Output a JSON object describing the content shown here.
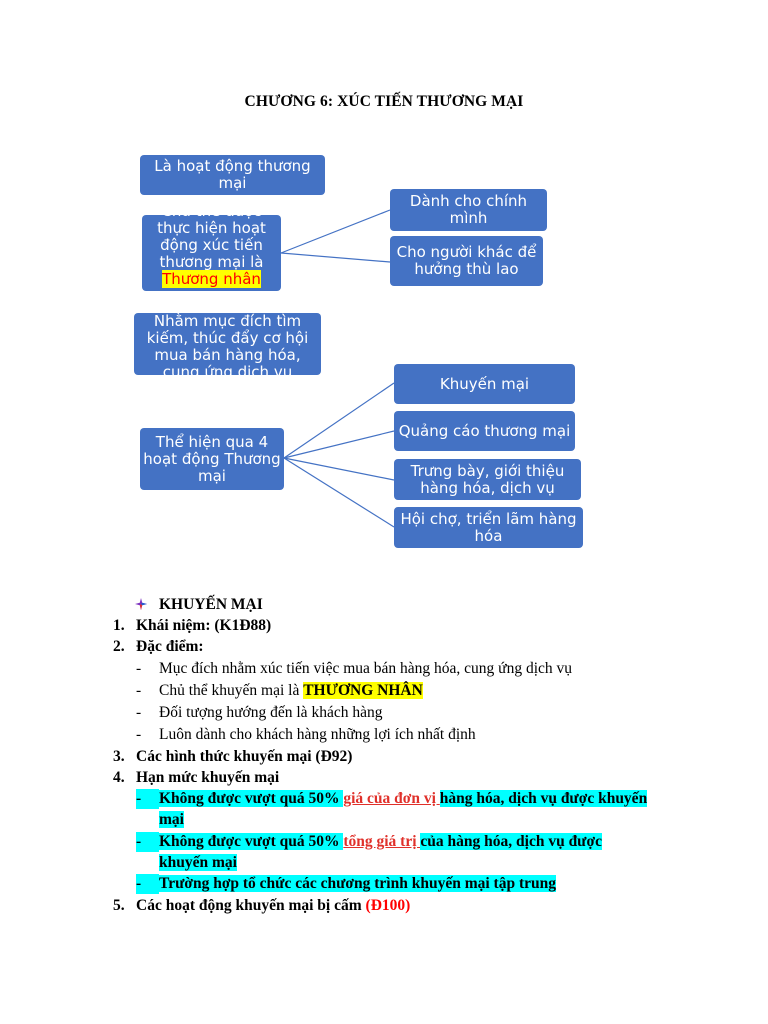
{
  "title": "CHƯƠNG 6: XÚC TIẾN THƯƠNG MẠI",
  "diagram": {
    "box1": "Là hoạt động thương mại",
    "box2_text": "Chủ thể được thực hiện hoạt động xúc tiến thương mại là",
    "box2_highlight": "Thương nhân",
    "box3": "Dành cho chính mình",
    "box4": "Cho người khác để hưởng thù lao",
    "box5": "Nhằm mục đích tìm kiếm, thúc đẩy cơ hội mua bán hàng hóa, cung ứng dịch vụ",
    "box6": "Thể hiện qua 4 hoạt động Thương mại",
    "box7": "Khuyến mại",
    "box8": "Quảng cáo thương mại",
    "box9": "Trưng bày, giới thiệu hàng hóa, dịch vụ",
    "box10": "Hội chợ, triển lãm hàng hóa"
  },
  "section_heading": "KHUYẾN MẠI",
  "items": {
    "i1_num": "1.",
    "i1": "Khái niệm: (K1Đ88)",
    "i2_num": "2.",
    "i2": "Đặc điểm:",
    "d1": "Mục đích nhằm xúc tiến việc mua bán hàng hóa, cung ứng dịch vụ",
    "d2_pre": "Chủ thể khuyến mại là ",
    "d2_hl": "THƯƠNG NHÂN",
    "d3": "Đối tượng hướng đến là khách hàng",
    "d4": "Luôn dành cho khách hàng những lợi ích nhất định",
    "i3_num": "3.",
    "i3": "Các hình thức khuyến mại (Đ92)",
    "i4_num": "4.",
    "i4": "Hạn mức khuyến mại",
    "h1_a": "Không được vượt quá 50% ",
    "h1_red": "giá của đơn vị ",
    "h1_b": "hàng hóa, dịch vụ được khuyến",
    "h1_c": "mại",
    "h2_a": "Không được vượt quá 50% ",
    "h2_red": "tổng giá trị ",
    "h2_b": "của hàng hóa, dịch vụ được",
    "h2_c": "khuyến mại",
    "h3": "Trường hợp tổ chức các chương trình khuyến mại tập trung",
    "i5_num": "5.",
    "i5": "Các hoạt động khuyến mại bị cấm ",
    "i5_red": "(Đ100)",
    "dash": "-"
  },
  "colors": {
    "box": "#4472c4",
    "cyan": "#00ffff",
    "yellow": "#ffff00",
    "red": "#ff0000"
  }
}
